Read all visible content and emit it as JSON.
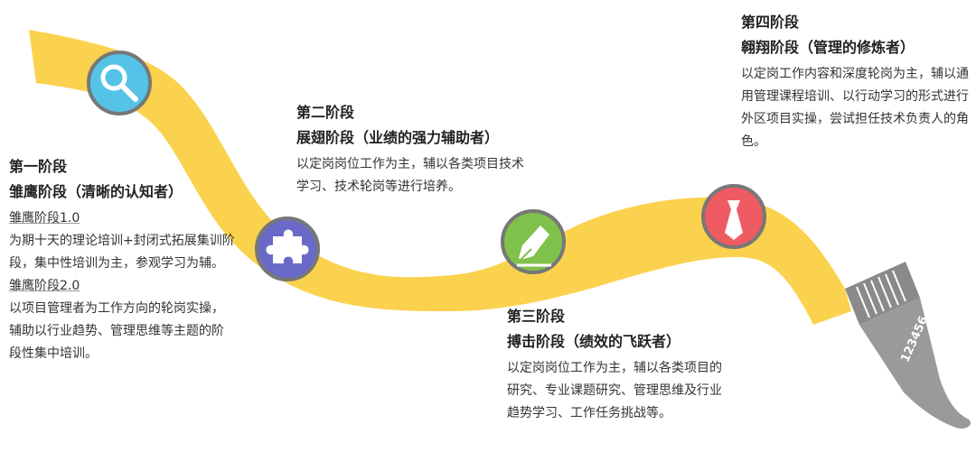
{
  "stages": [
    {
      "title": "第一阶段",
      "subtitle": "雏鹰阶段（清晰的认知者）",
      "sub1_heading": "雏鹰阶段1.0",
      "sub1_desc": "为期十天的理论培训+封闭式拓展集训阶段，集中性培训为主，参观学习为辅。",
      "sub2_heading": "雏鹰阶段2.0",
      "sub2_desc": "以项目管理者为工作方向的轮岗实操，辅助以行业趋势、管理思维等主题的阶段性集中培训。",
      "icon": "search-icon",
      "icon_color": "#55c3e8"
    },
    {
      "title": "第二阶段",
      "subtitle": "展翅阶段（业绩的强力辅助者）",
      "desc": "以定岗岗位工作为主，辅以各类项目技术学习、技术轮岗等进行培养。",
      "icon": "puzzle-icon",
      "icon_color": "#6a69c9"
    },
    {
      "title": "第三阶段",
      "subtitle": "搏击阶段（绩效的飞跃者）",
      "desc": "以定岗岗位工作为主，辅以各类项目的研究、专业课题研究、管理思维及行业趋势学习、工作任务挑战等。",
      "icon": "pen-nib-icon",
      "icon_color": "#7fc14b"
    },
    {
      "title": "第四阶段",
      "subtitle": "翱翔阶段（管理的修炼者）",
      "desc": "以定岗工作内容和深度轮岗为主，辅以通用管理课程培训、以行动学习的形式进行外区项目实操，尝试担任技术负责人的角色。",
      "icon": "necktie-icon",
      "icon_color": "#ef5b62"
    }
  ],
  "brush_label": "123456",
  "colors": {
    "ribbon": "#fbd24e",
    "icon_ring": "#777777",
    "brush_metal": "#8a8a8a",
    "brush_handle": "#9a9a9a"
  }
}
